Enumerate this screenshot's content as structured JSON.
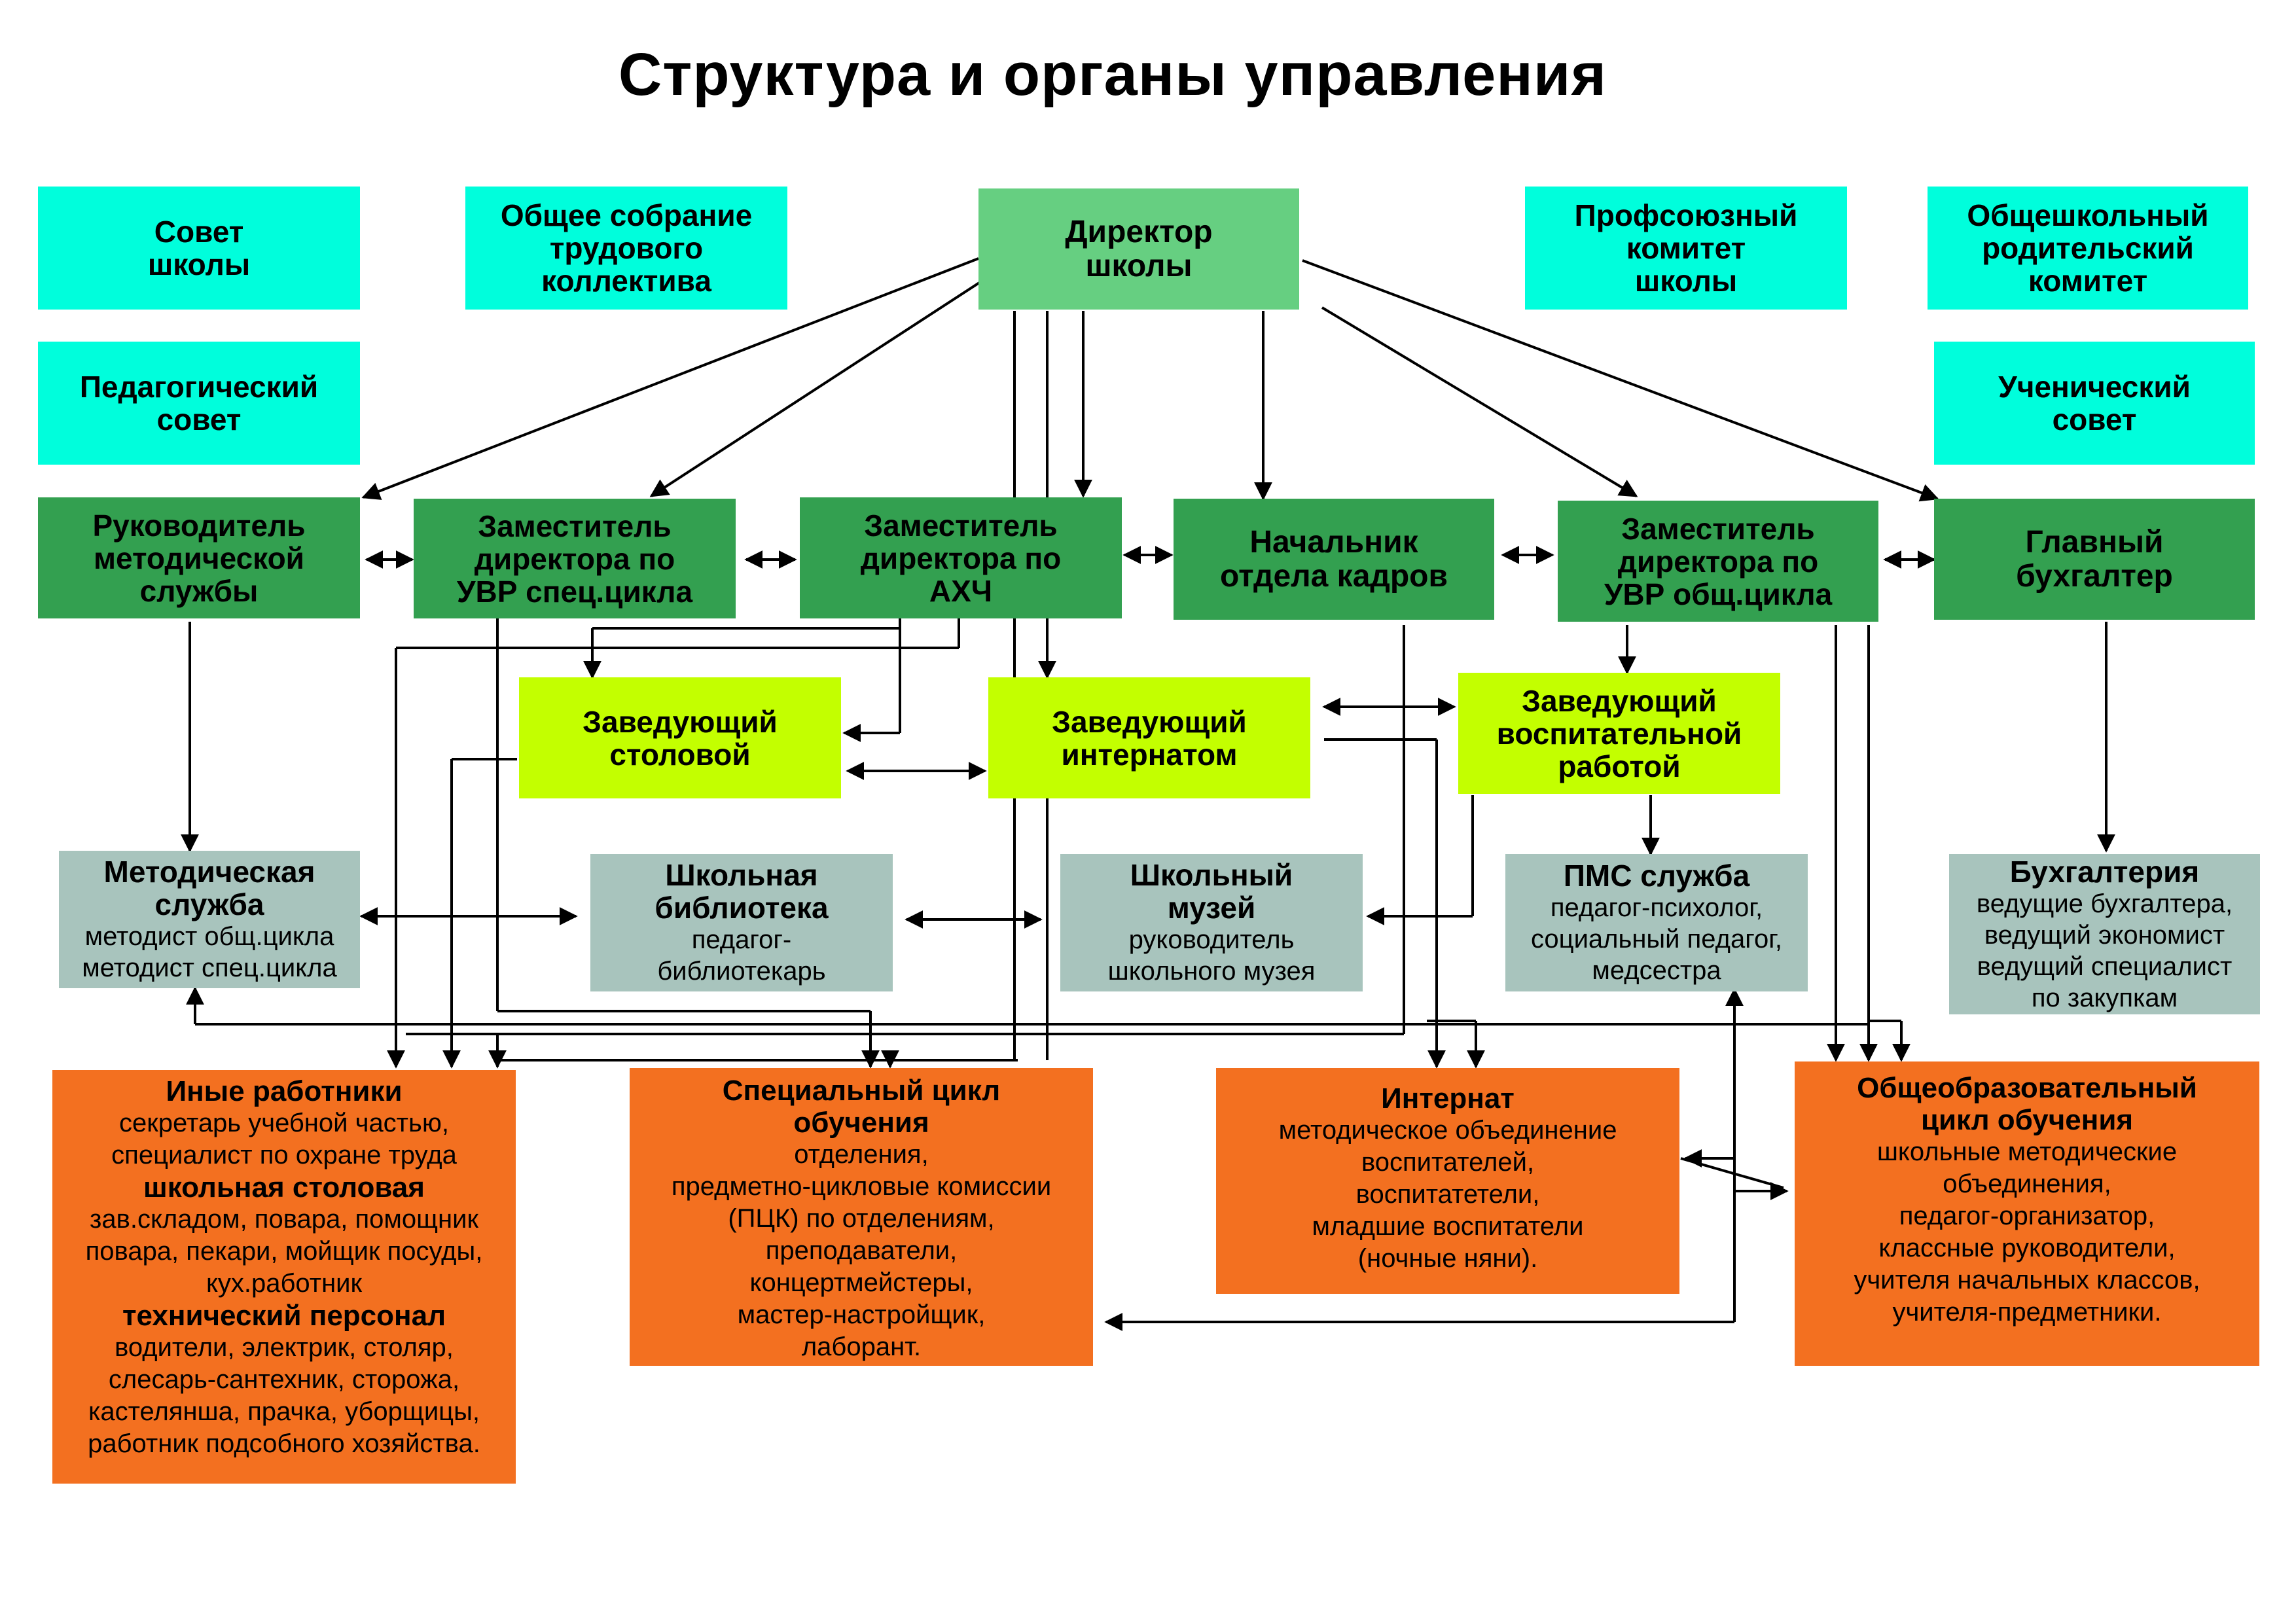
{
  "title": "Структура и органы управления",
  "top_row": {
    "council": "Совет\nшколы",
    "assembly": "Общее собрание\nтрудового\nколлектива",
    "director": "Директор\nшколы",
    "union": "Профсоюзный\nкомитет\nшколы",
    "parents": "Общешкольный\nродительский\nкомитет"
  },
  "second_row": {
    "pedagogical": "Педагогический\nсовет",
    "students": "Ученический\nсовет"
  },
  "managers": {
    "methodical_head": "Руководитель\nметодической\nслужбы",
    "deputy_special": "Заместитель\nдиректора по\nУВР спец.цикла",
    "deputy_ahch": "Заместитель\nдиректора по\nАХЧ",
    "hr_head": "Начальник\nотдела кадров",
    "deputy_general": "Заместитель\nдиректора по\nУВР общ.цикла",
    "chief_accountant": "Главный\nбухгалтер"
  },
  "heads": {
    "canteen": "Заведующий\nстоловой",
    "boarding": "Заведующий\nинтернатом",
    "educational": "Заведующий\nвоспитательной\nработой"
  },
  "services": {
    "methodical": {
      "title": "Методическая\nслужба",
      "text": "методист общ.цикла\nметодист спец.цикла"
    },
    "library": {
      "title": "Школьная\nбиблиотека",
      "text": "педагог-\nбиблиотекарь"
    },
    "museum": {
      "title": "Школьный\nмузей",
      "text": "руководитель\nшкольного музея"
    },
    "pms": {
      "title": "ПМС служба",
      "text": "педагог-психолог,\nсоциальный педагог,\nмедсестра"
    },
    "accounting": {
      "title": "Бухгалтерия",
      "text": "ведущие бухгалтера,\nведущий экономист\nведущий специалист\nпо закупкам"
    }
  },
  "bottom": {
    "other": {
      "title": "Иные работники",
      "text1": "секретарь учебной частью,\nспециалист по охране труда",
      "title2": "школьная столовая",
      "text2": "зав.складом, повара, помощник\nповара, пекари, мойщик посуды,\nкух.работник",
      "title3": "технический персонал",
      "text3": "водители, электрик, столяр,\nслесарь-сантехник, сторожа,\nкастелянша, прачка, уборщицы,\nработник подсобного хозяйства."
    },
    "special_cycle": {
      "title": "Специальный цикл\nобучения",
      "text": "отделения,\nпредметно-цикловые комиссии\n(ПЦК) по отделениям,\nпреподаватели,\nконцертмейстеры,\nмастер-настройщик,\nлаборант."
    },
    "internat": {
      "title": "Интернат",
      "text": "методическое объединение\nвоспитателей,\nвоспитатетели,\nмладшие воспитатели\n(ночные няни)."
    },
    "general_cycle": {
      "title": "Общеобразовательный\nцикл обучения",
      "text": "школьные методические\nобъединения,\nпедагог-организатор,\nклассные руководители,\nучителя начальных классов,\nучителя-предметники."
    }
  },
  "colors": {
    "cyan": "#00fedc",
    "green": "#33a050",
    "director": "#66cf81",
    "lime": "#c3ff00",
    "grey": "#a8c4bd",
    "orange": "#f37020"
  }
}
